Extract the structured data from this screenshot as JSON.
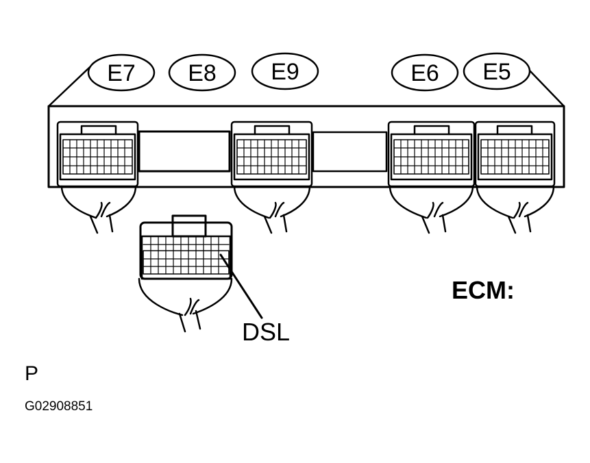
{
  "connector_labels": [
    "E7",
    "E8",
    "E9",
    "E6",
    "E5"
  ],
  "pin_label": "DSL",
  "unit_label": "ECM:",
  "corner_letter": "P",
  "figure_code": "G02908851",
  "colors": {
    "ink": "#000000",
    "paper": "#ffffff"
  }
}
